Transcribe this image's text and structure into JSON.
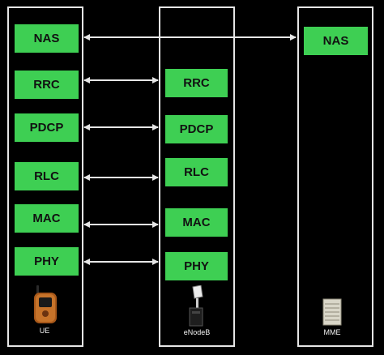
{
  "ue": {
    "layers": [
      "NAS",
      "RRC",
      "PDCP",
      "RLC",
      "MAC",
      "PHY"
    ],
    "caption": "UE",
    "icon": "phone-icon"
  },
  "enodeb": {
    "layers": [
      "RRC",
      "PDCP",
      "RLC",
      "MAC",
      "PHY"
    ],
    "caption": "eNodeB",
    "icon": "base-station-icon"
  },
  "mme": {
    "layers": [
      "NAS"
    ],
    "caption": "MME",
    "icon": "server-icon"
  },
  "colors": {
    "layer_box": "#3ecf53",
    "line": "#e6e6e6",
    "background": "#000000"
  }
}
